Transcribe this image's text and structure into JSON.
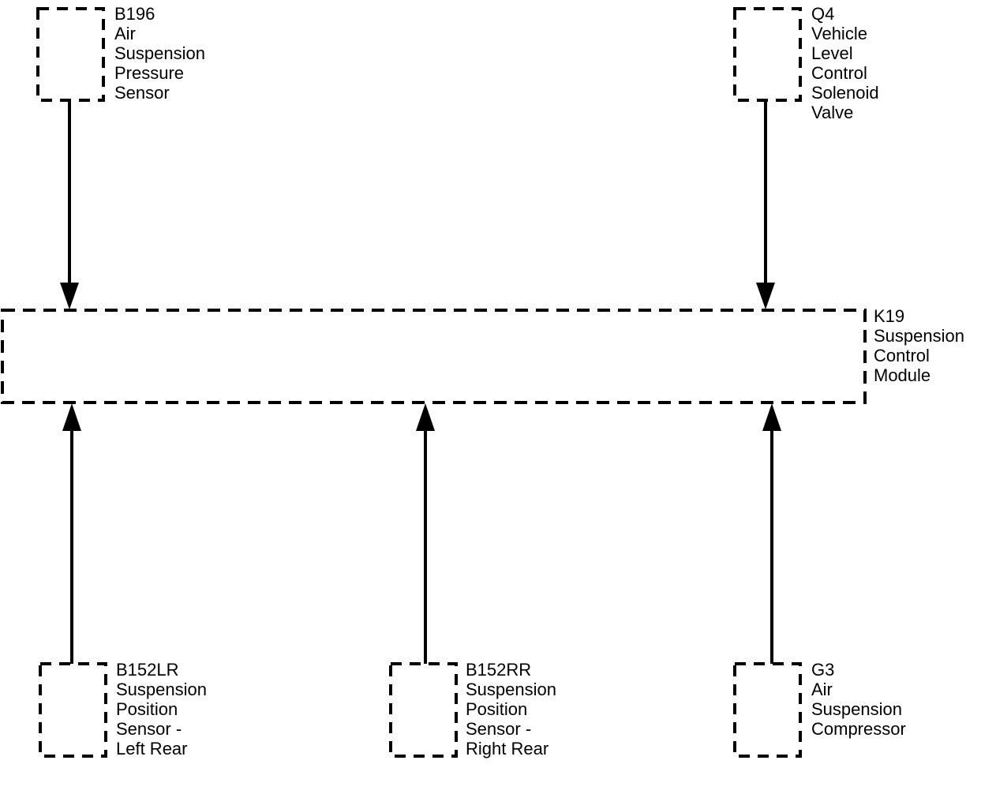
{
  "colors": {
    "line": "#000000",
    "background": "#ffffff"
  },
  "components": {
    "b196": {
      "lines": [
        "B196",
        "Air",
        "Suspension",
        "Pressure",
        "Sensor"
      ]
    },
    "q4": {
      "lines": [
        "Q4",
        "Vehicle",
        "Level",
        "Control",
        "Solenoid",
        "Valve"
      ]
    },
    "k19": {
      "lines": [
        "K19",
        "Suspension",
        "Control",
        "Module"
      ]
    },
    "b152lr": {
      "lines": [
        "B152LR",
        "Suspension",
        "Position",
        "Sensor -",
        "Left Rear"
      ]
    },
    "b152rr": {
      "lines": [
        "B152RR",
        "Suspension",
        "Position",
        "Sensor -",
        "Right Rear"
      ]
    },
    "g3": {
      "lines": [
        "G3",
        "Air",
        "Suspension",
        "Compressor"
      ]
    }
  }
}
